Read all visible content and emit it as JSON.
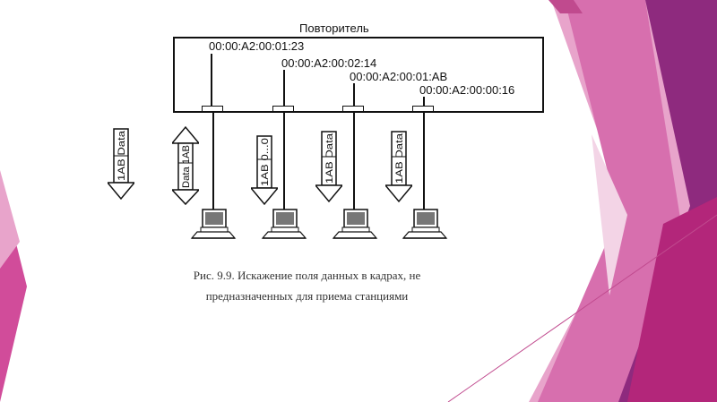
{
  "diagram": {
    "repeater_label": "Повторитель",
    "mac_addresses": [
      "00:00:A2:00:01:23",
      "00:00:A2:00:02:14",
      "00:00:A2:00:01:AB",
      "00:00:A2:00:00:16"
    ],
    "frames": [
      {
        "text": "1AB Data",
        "direction": "down"
      },
      {
        "text": "Data 1AB",
        "direction": "both"
      },
      {
        "text": "1AB 0...0",
        "direction": "down"
      },
      {
        "text": "1AB Data",
        "direction": "down"
      },
      {
        "text": "1AB Data",
        "direction": "down"
      }
    ]
  },
  "caption": {
    "line1": "Рис. 9.9. Искажение поля данных в кадрах, не",
    "line2": "предназначенных для приема станциями"
  },
  "colors": {
    "magenta_dark": "#8e2a7e",
    "magenta": "#b3267a",
    "pink": "#d14c9a",
    "pink_light": "#e8a4cb"
  }
}
